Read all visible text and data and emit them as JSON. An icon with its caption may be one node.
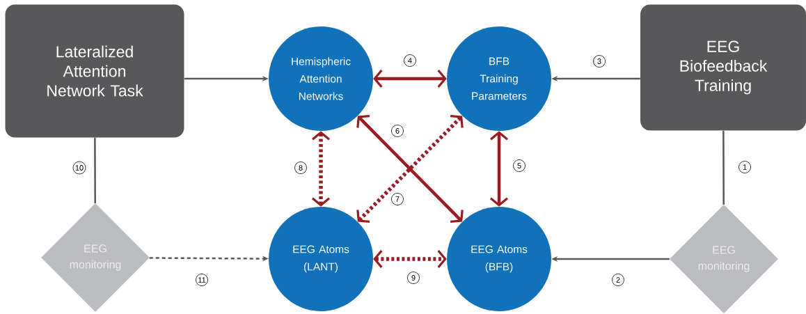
{
  "diagram": {
    "nodes": [
      {
        "text": [
          "Lateralized Attention Network Task"
        ]
      },
      {
        "text": [
          "Hemispheric Attention Networks"
        ]
      },
      {
        "text": [
          "BFB Training Parameters"
        ]
      },
      {
        "text": [
          "EEG Biofeedback Training"
        ]
      },
      {
        "text": [
          "EEG monitoring"
        ]
      },
      {
        "text": [
          "EEG Atoms (LANT)"
        ]
      },
      {
        "text": [
          "EEG Atoms (BFB)"
        ]
      },
      {
        "text": [
          "EEG monitoring"
        ]
      }
    ],
    "edges": [
      {
        "from": 3,
        "to": 7,
        "arrow": "none",
        "label": "1"
      },
      {
        "from": 7,
        "to": 6,
        "arrow": "to",
        "label": "2"
      },
      {
        "from": 3,
        "to": 2,
        "arrow": "to",
        "label": "3"
      },
      {
        "from": 1,
        "to": 2,
        "arrow": "both",
        "label": "4",
        "style": "thick",
        "color": "#9b1b20"
      },
      {
        "from": 2,
        "to": 6,
        "arrow": "both",
        "label": "5",
        "style": "thick",
        "color": "#9b1b20"
      },
      {
        "from": 1,
        "to": 6,
        "arrow": "both",
        "label": "6",
        "style": "thick",
        "color": "#9b1b20"
      },
      {
        "from": 2,
        "to": 5,
        "arrow": "both",
        "label": "7",
        "style": "dashed",
        "color": "#9b1b20"
      },
      {
        "from": 1,
        "to": 5,
        "arrow": "both",
        "label": "8",
        "style": "dashed",
        "color": "#9b1b20"
      },
      {
        "from": 5,
        "to": 6,
        "arrow": "both",
        "label": "9",
        "style": "dashed",
        "color": "#9b1b20"
      },
      {
        "from": 0,
        "to": 4,
        "arrow": "none",
        "label": "10"
      },
      {
        "from": 4,
        "to": 5,
        "arrow": "to",
        "label": "11",
        "style": "dashed"
      },
      {
        "from": 0,
        "to": 1,
        "arrow": "to"
      }
    ]
  }
}
